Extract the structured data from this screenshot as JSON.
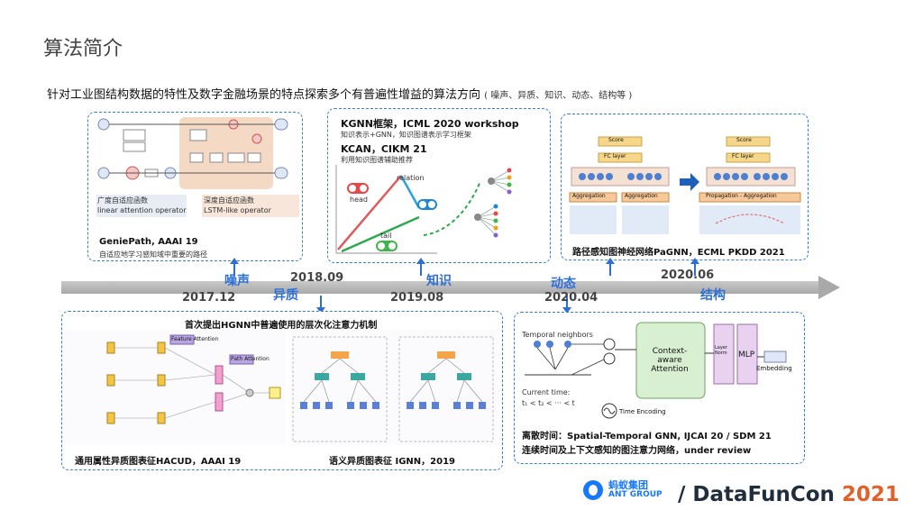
{
  "page": {
    "title": "算法简介",
    "subtitle": "针对工业图结构数据的特性及数字金融场景的特点探索多个有普遍性增益的算法方向",
    "subtitle_note": "( 噪声、异质、知识、动态、结构等 )"
  },
  "panels": {
    "geniepath": {
      "fig_label_left": "广度自适应函数",
      "fig_label_left_en": "linear attention operator",
      "fig_label_right": "深度自适应函数",
      "fig_label_right_en": "LSTM-like operator",
      "caption_title": "GeniePath, AAAI 19",
      "caption_sub": "自适应地学习感知域中重要的路径"
    },
    "kgnn": {
      "line1": "KGNN框架，ICML 2020 workshop",
      "line2": "知识表示+GNN，知识图谱表示学习框架",
      "line3": "KCAN，CIKM 21",
      "line4": "利用知识图谱辅助推荐",
      "label_head": "head",
      "label_relation": "relation",
      "label_tail": "tail"
    },
    "pagnn": {
      "score": "Score",
      "fc": "FC layer",
      "agg": "Aggregation",
      "prop_agg": "Propagation - Aggregation",
      "caption": "路径感知图神经网络PaGNN，ECML PKDD 2021"
    },
    "hgnn": {
      "title": "首次提出HGNN中普遍使用的层次化注意力机制",
      "feature_attention": "Feature Attention",
      "path_attention": "Path Attention",
      "caption_left": "通用属性异质图表征HACUD，AAAI 19",
      "caption_right": "语义异质图表征 IGNN，2019"
    },
    "temporal": {
      "neighbors": "Temporal neighbors",
      "current_time": "Current time:",
      "time_order": "t₁ < t₂ < ··· < t",
      "context": "Context-aware Attention",
      "layer_norm": "Layer Norm",
      "mlp": "MLP",
      "embedding": "Embedding",
      "time_encoding": "Time Encoding",
      "caption1": "离散时间：Spatial-Temporal GNN, IJCAI 20 / SDM 21",
      "caption2": "连续时间及上下文感知的图注意力网络，under review"
    }
  },
  "timeline": {
    "y2017": "2017.12",
    "y2018": "2018.09",
    "y2019": "2019.08",
    "y2020a": "2020.04",
    "y2020b": "2020.06",
    "tag_noise": "噪声",
    "tag_hetero": "异质",
    "tag_knowledge": "知识",
    "tag_dynamic": "动态",
    "tag_structure": "结构"
  },
  "footer": {
    "ant_cn": "蚂蚁集团",
    "ant_en": "ANT GROUP",
    "brand": "/ DataFunCon",
    "brand_year": "2021"
  },
  "colors": {
    "accent_blue": "#2e6fd6",
    "panel_border": "#3a7bd5",
    "brand_orange": "#e0612b"
  }
}
